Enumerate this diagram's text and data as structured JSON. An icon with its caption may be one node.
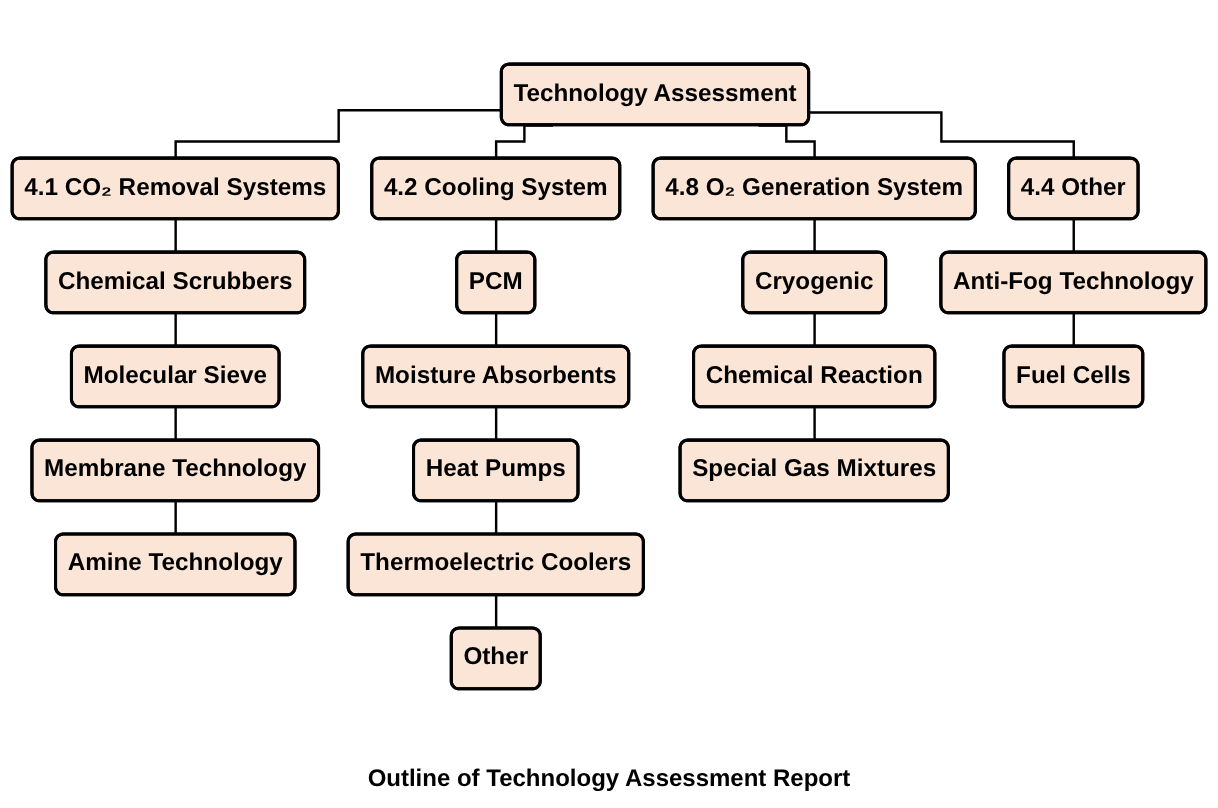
{
  "diagram": {
    "caption": "Outline of Technology Assessment Report",
    "nodes": [
      {
        "text": [
          "Technology Assessment"
        ]
      },
      {
        "text": [
          "4.1 CO₂ Removal Systems"
        ]
      },
      {
        "text": [
          "4.2 Cooling System"
        ]
      },
      {
        "text": [
          "4.8 O₂ Generation System"
        ]
      },
      {
        "text": [
          "4.4 Other"
        ]
      },
      {
        "text": [
          "Chemical Scrubbers"
        ]
      },
      {
        "text": [
          "Molecular Sieve"
        ]
      },
      {
        "text": [
          "Membrane Technology"
        ]
      },
      {
        "text": [
          "Amine Technology"
        ]
      },
      {
        "text": [
          "PCM"
        ]
      },
      {
        "text": [
          "Moisture Absorbents"
        ]
      },
      {
        "text": [
          "Heat Pumps"
        ]
      },
      {
        "text": [
          "Thermoelectric Coolers"
        ]
      },
      {
        "text": [
          "Other"
        ]
      },
      {
        "text": [
          "Cryogenic"
        ]
      },
      {
        "text": [
          "Chemical Reaction"
        ]
      },
      {
        "text": [
          "Special Gas Mixtures"
        ]
      },
      {
        "text": [
          "Anti-Fog Technology"
        ]
      },
      {
        "text": [
          "Fuel Cells"
        ]
      }
    ],
    "edges": [
      {
        "from": 0,
        "to": 1,
        "arrow": "none"
      },
      {
        "from": 0,
        "to": 2,
        "arrow": "none"
      },
      {
        "from": 0,
        "to": 3,
        "arrow": "none"
      },
      {
        "from": 0,
        "to": 4,
        "arrow": "none"
      },
      {
        "from": 1,
        "to": 5,
        "arrow": "none"
      },
      {
        "from": 5,
        "to": 6,
        "arrow": "none"
      },
      {
        "from": 6,
        "to": 7,
        "arrow": "none"
      },
      {
        "from": 7,
        "to": 8,
        "arrow": "none"
      },
      {
        "from": 2,
        "to": 9,
        "arrow": "none"
      },
      {
        "from": 9,
        "to": 10,
        "arrow": "none"
      },
      {
        "from": 10,
        "to": 11,
        "arrow": "none"
      },
      {
        "from": 11,
        "to": 12,
        "arrow": "none"
      },
      {
        "from": 12,
        "to": 13,
        "arrow": "none"
      },
      {
        "from": 3,
        "to": 14,
        "arrow": "none"
      },
      {
        "from": 14,
        "to": 15,
        "arrow": "none"
      },
      {
        "from": 15,
        "to": 16,
        "arrow": "none"
      },
      {
        "from": 4,
        "to": 17,
        "arrow": "none"
      },
      {
        "from": 17,
        "to": 18,
        "arrow": "none"
      }
    ]
  }
}
